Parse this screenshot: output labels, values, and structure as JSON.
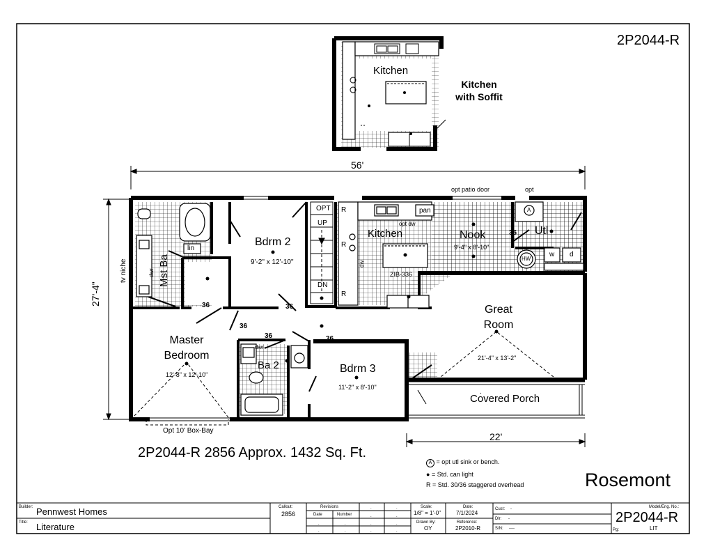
{
  "sheet": {
    "model_code_top": "2P2044-R",
    "model_name": "Rosemont",
    "caption": "2P2044-R 2856 Approx. 1432 Sq. Ft."
  },
  "kitchen_inset": {
    "kitchen_label": "Kitchen",
    "soffit_label": "Kitchen with Soffit"
  },
  "dimensions": {
    "overall_width": "56'",
    "overall_depth": "27'-4\"",
    "porch_width": "22'"
  },
  "plan_labels": {
    "tv_niche": "tv niche",
    "mst_ba": "Mst Ba",
    "lin": "lin",
    "dwr_mst": "dwr",
    "bdrm2": "Bdrm 2",
    "bdrm2_size": "9'-2\" x 12'-10\"",
    "opt_stair": "OPT",
    "up": "UP",
    "dn": "DN",
    "r": "R",
    "kitchen": "Kitchen",
    "opt_dw": "opt dw",
    "dw": "dw",
    "pan": "pan",
    "zib": "ZIB-336",
    "nook": "Nook",
    "nook_size": "9'-4\" x 8'-10\"",
    "opt_patio_door": "opt patio door",
    "opt": "opt",
    "a_symbol": "A",
    "utl": "Utl",
    "hw": "HW",
    "w": "w",
    "d": "d",
    "d36": "36",
    "great_room": "Great Room",
    "great_room_size": "21'-4\" x 13'-2\"",
    "master_bedroom": "Master Bedroom",
    "master_size": "12'-8\" x 12'-10\"",
    "opt_box_bay": "Opt 10' Box-Bay",
    "ba2": "Ba 2",
    "dwr_ba2": "dwr",
    "bdrm3": "Bdrm 3",
    "bdrm3_size": "11'-2\" x 8'-10\"",
    "covered_porch": "Covered Porch"
  },
  "legend": [
    {
      "symbol": "A",
      "text": "= opt utl sink or bench."
    },
    {
      "symbol": "●",
      "text": "= Std. can light"
    },
    {
      "symbol": "R",
      "text": "= Std. 30/36 staggered overhead"
    }
  ],
  "title_block": {
    "builder_label": "Builder:",
    "builder": "Pennwest Homes",
    "title_label": "Title:",
    "title": "Literature",
    "callout_label": "Callout:",
    "callout": "2856",
    "revisions_label": "Revisions",
    "date_col": "Date",
    "number_col": "Number",
    "dot": ".",
    "scale_label": "Scale:",
    "scale": "1/8\" = 1'-0\"",
    "date_label": "Date:",
    "date": "7/1/2024",
    "drawn_label": "Drawn By:",
    "drawn": "OY",
    "ref_label": "Reference:",
    "ref": "2P2010-R",
    "cust_label": "Cust:",
    "cust": "-",
    "dlr_label": "Dlr:",
    "dlr": "-",
    "sn_label": "S/N:",
    "sn": "----",
    "model_label": "Model/Eng. No.:",
    "model": "2P2044-R",
    "pg_label": "Pg:",
    "pg": "LIT"
  }
}
